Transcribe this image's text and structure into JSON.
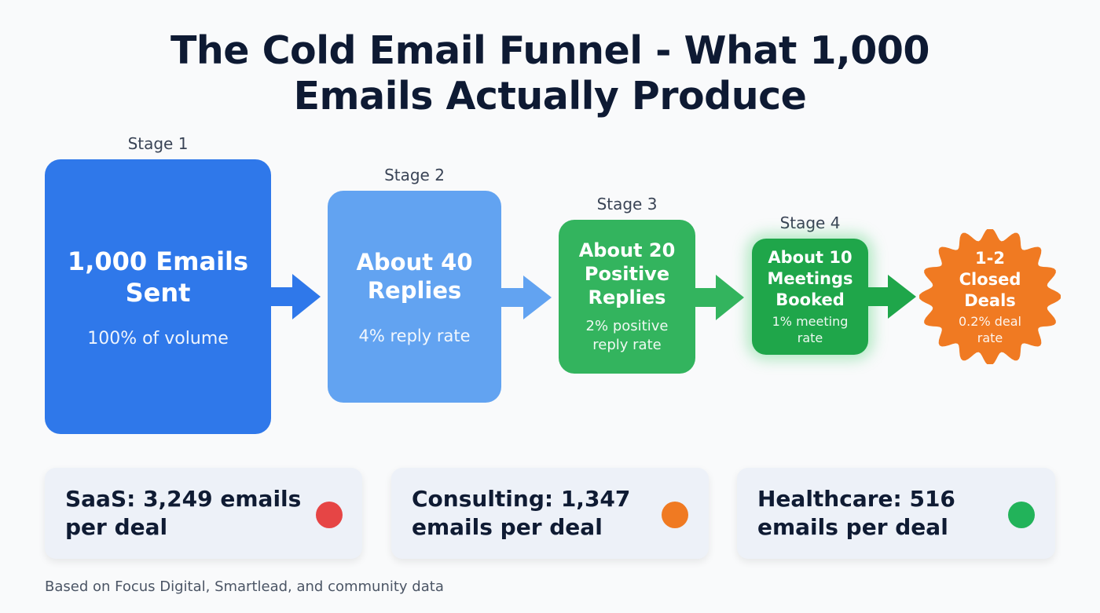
{
  "title": {
    "line1": "The Cold Email Funnel - What 1,000",
    "line2": "Emails Actually Produce"
  },
  "stages": [
    {
      "label": "Stage 1",
      "main_line1": "1,000 Emails",
      "main_line2": "Sent",
      "main_line3": "",
      "sub_line1": "100% of volume",
      "sub_line2": "",
      "color": "#2f78ea"
    },
    {
      "label": "Stage 2",
      "main_line1": "About 40",
      "main_line2": "Replies",
      "main_line3": "",
      "sub_line1": "4% reply rate",
      "sub_line2": "",
      "color": "#62a3f1"
    },
    {
      "label": "Stage 3",
      "main_line1": "About 20",
      "main_line2": "Positive",
      "main_line3": "Replies",
      "sub_line1": "2% positive",
      "sub_line2": "reply rate",
      "color": "#33b45e"
    },
    {
      "label": "Stage 4",
      "main_line1": "About 10",
      "main_line2": "Meetings",
      "main_line3": "Booked",
      "sub_line1": "1% meeting",
      "sub_line2": "rate",
      "color": "#1fa64a"
    }
  ],
  "outcome": {
    "main_line1": "1-2",
    "main_line2": "Closed",
    "main_line3": "Deals",
    "sub_line1": "0.2% deal",
    "sub_line2": "rate",
    "color": "#f07a22"
  },
  "industries": [
    {
      "line1": "SaaS: 3,249 emails",
      "line2": "per deal",
      "dot_color": "#e64545"
    },
    {
      "line1": "Consulting: 1,347",
      "line2": "emails per deal",
      "dot_color": "#f07a22"
    },
    {
      "line1": "Healthcare: 516",
      "line2": "emails per deal",
      "dot_color": "#22b35a"
    }
  ],
  "footer": "Based on Focus Digital, Smartlead, and community data"
}
